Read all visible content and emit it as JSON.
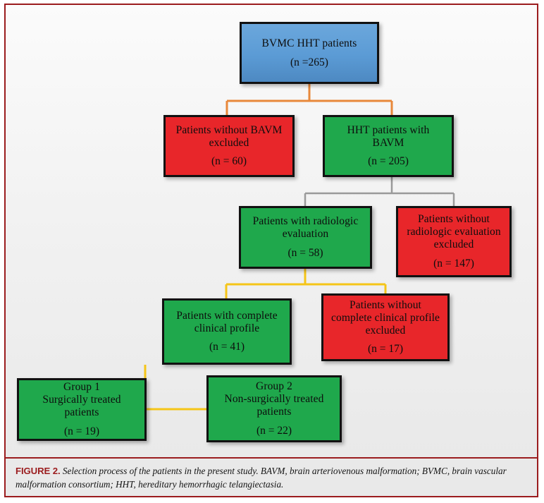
{
  "figure": {
    "caption_label": "FIGURE 2.",
    "caption_body": "Selection process of the patients in the present study. BAVM, brain arteriovenous malformation; BVMC, brain vascular malformation consortium; HHT, hereditary hemorrhagic telangiectasia.",
    "border_color": "#9b1c1e",
    "caption_background": "#e9e9e9"
  },
  "palette": {
    "blue": "#5b9bd5",
    "green": "#1fa84c",
    "red": "#e8262a",
    "box_border": "#111111",
    "connector_orange": "#e8883a",
    "connector_gray": "#9a9a9a",
    "connector_yellow": "#f5c518"
  },
  "chart_data": {
    "type": "diagram",
    "title": "Selection process of the patients in the present study",
    "nodes": [
      {
        "id": "root",
        "label_lines": [
          "BVMC HHT patients"
        ],
        "count_text": "(n =265)",
        "n": 265,
        "color": "blue",
        "level": 0
      },
      {
        "id": "no-bavm-excluded",
        "label_lines": [
          "Patients without BAVM",
          "excluded"
        ],
        "count_text": "(n = 60)",
        "n": 60,
        "color": "red",
        "level": 1
      },
      {
        "id": "hht-with-bavm",
        "label_lines": [
          "HHT patients with",
          "BAVM"
        ],
        "count_text": "(n = 205)",
        "n": 205,
        "color": "green",
        "level": 1
      },
      {
        "id": "with-radiologic-eval",
        "label_lines": [
          "Patients with radiologic",
          "evaluation"
        ],
        "count_text": "(n = 58)",
        "n": 58,
        "color": "green",
        "level": 2
      },
      {
        "id": "without-radiologic-eval-excluded",
        "label_lines": [
          "Patients without",
          "radiologic evaluation",
          "excluded"
        ],
        "count_text": "(n = 147)",
        "n": 147,
        "color": "red",
        "level": 2
      },
      {
        "id": "with-complete-profile",
        "label_lines": [
          "Patients with complete",
          "clinical profile"
        ],
        "count_text": "(n = 41)",
        "n": 41,
        "color": "green",
        "level": 3
      },
      {
        "id": "without-complete-profile-excluded",
        "label_lines": [
          "Patients without",
          "complete clinical profile",
          "excluded"
        ],
        "count_text": "(n = 17)",
        "n": 17,
        "color": "red",
        "level": 3
      },
      {
        "id": "group-1",
        "label_lines": [
          "Group 1",
          "Surgically treated",
          "patients"
        ],
        "count_text": "(n = 19)",
        "n": 19,
        "color": "green",
        "level": 4
      },
      {
        "id": "group-2",
        "label_lines": [
          "Group 2",
          "Non-surgically treated",
          "patients"
        ],
        "count_text": "(n = 22)",
        "n": 22,
        "color": "green",
        "level": 4
      }
    ],
    "edges": [
      {
        "from": "root",
        "to": "no-bavm-excluded",
        "color": "#e8883a"
      },
      {
        "from": "root",
        "to": "hht-with-bavm",
        "color": "#e8883a"
      },
      {
        "from": "hht-with-bavm",
        "to": "with-radiologic-eval",
        "color": "#9a9a9a"
      },
      {
        "from": "hht-with-bavm",
        "to": "without-radiologic-eval-excluded",
        "color": "#9a9a9a"
      },
      {
        "from": "with-radiologic-eval",
        "to": "with-complete-profile",
        "color": "#f5c518"
      },
      {
        "from": "with-radiologic-eval",
        "to": "without-complete-profile-excluded",
        "color": "#f5c518"
      },
      {
        "from": "with-complete-profile",
        "to": "group-1",
        "color": "#f5c518"
      },
      {
        "from": "with-complete-profile",
        "to": "group-2",
        "color": "#f5c518"
      }
    ]
  },
  "boxes": {
    "root": {
      "l1": "BVMC HHT patients",
      "n": "(n =265)"
    },
    "nobavm": {
      "l1": "Patients without BAVM",
      "l2": "excluded",
      "n": "(n = 60)"
    },
    "hht": {
      "l1": "HHT patients with",
      "l2": "BAVM",
      "n": "(n = 205)"
    },
    "radio": {
      "l1": "Patients with radiologic",
      "l2": "evaluation",
      "n": "(n = 58)"
    },
    "noradio": {
      "l1": "Patients without",
      "l2": "radiologic evaluation",
      "l3": "excluded",
      "n": "(n = 147)"
    },
    "prof": {
      "l1": "Patients with complete",
      "l2": "clinical profile",
      "n": "(n = 41)"
    },
    "noprof": {
      "l1": "Patients without",
      "l2": "complete clinical profile",
      "l3": "excluded",
      "n": "(n = 17)"
    },
    "g1": {
      "l1": "Group 1",
      "l2": "Surgically treated",
      "l3": "patients",
      "n": "(n = 19)"
    },
    "g2": {
      "l1": "Group 2",
      "l2": "Non-surgically treated",
      "l3": "patients",
      "n": "(n = 22)"
    }
  }
}
